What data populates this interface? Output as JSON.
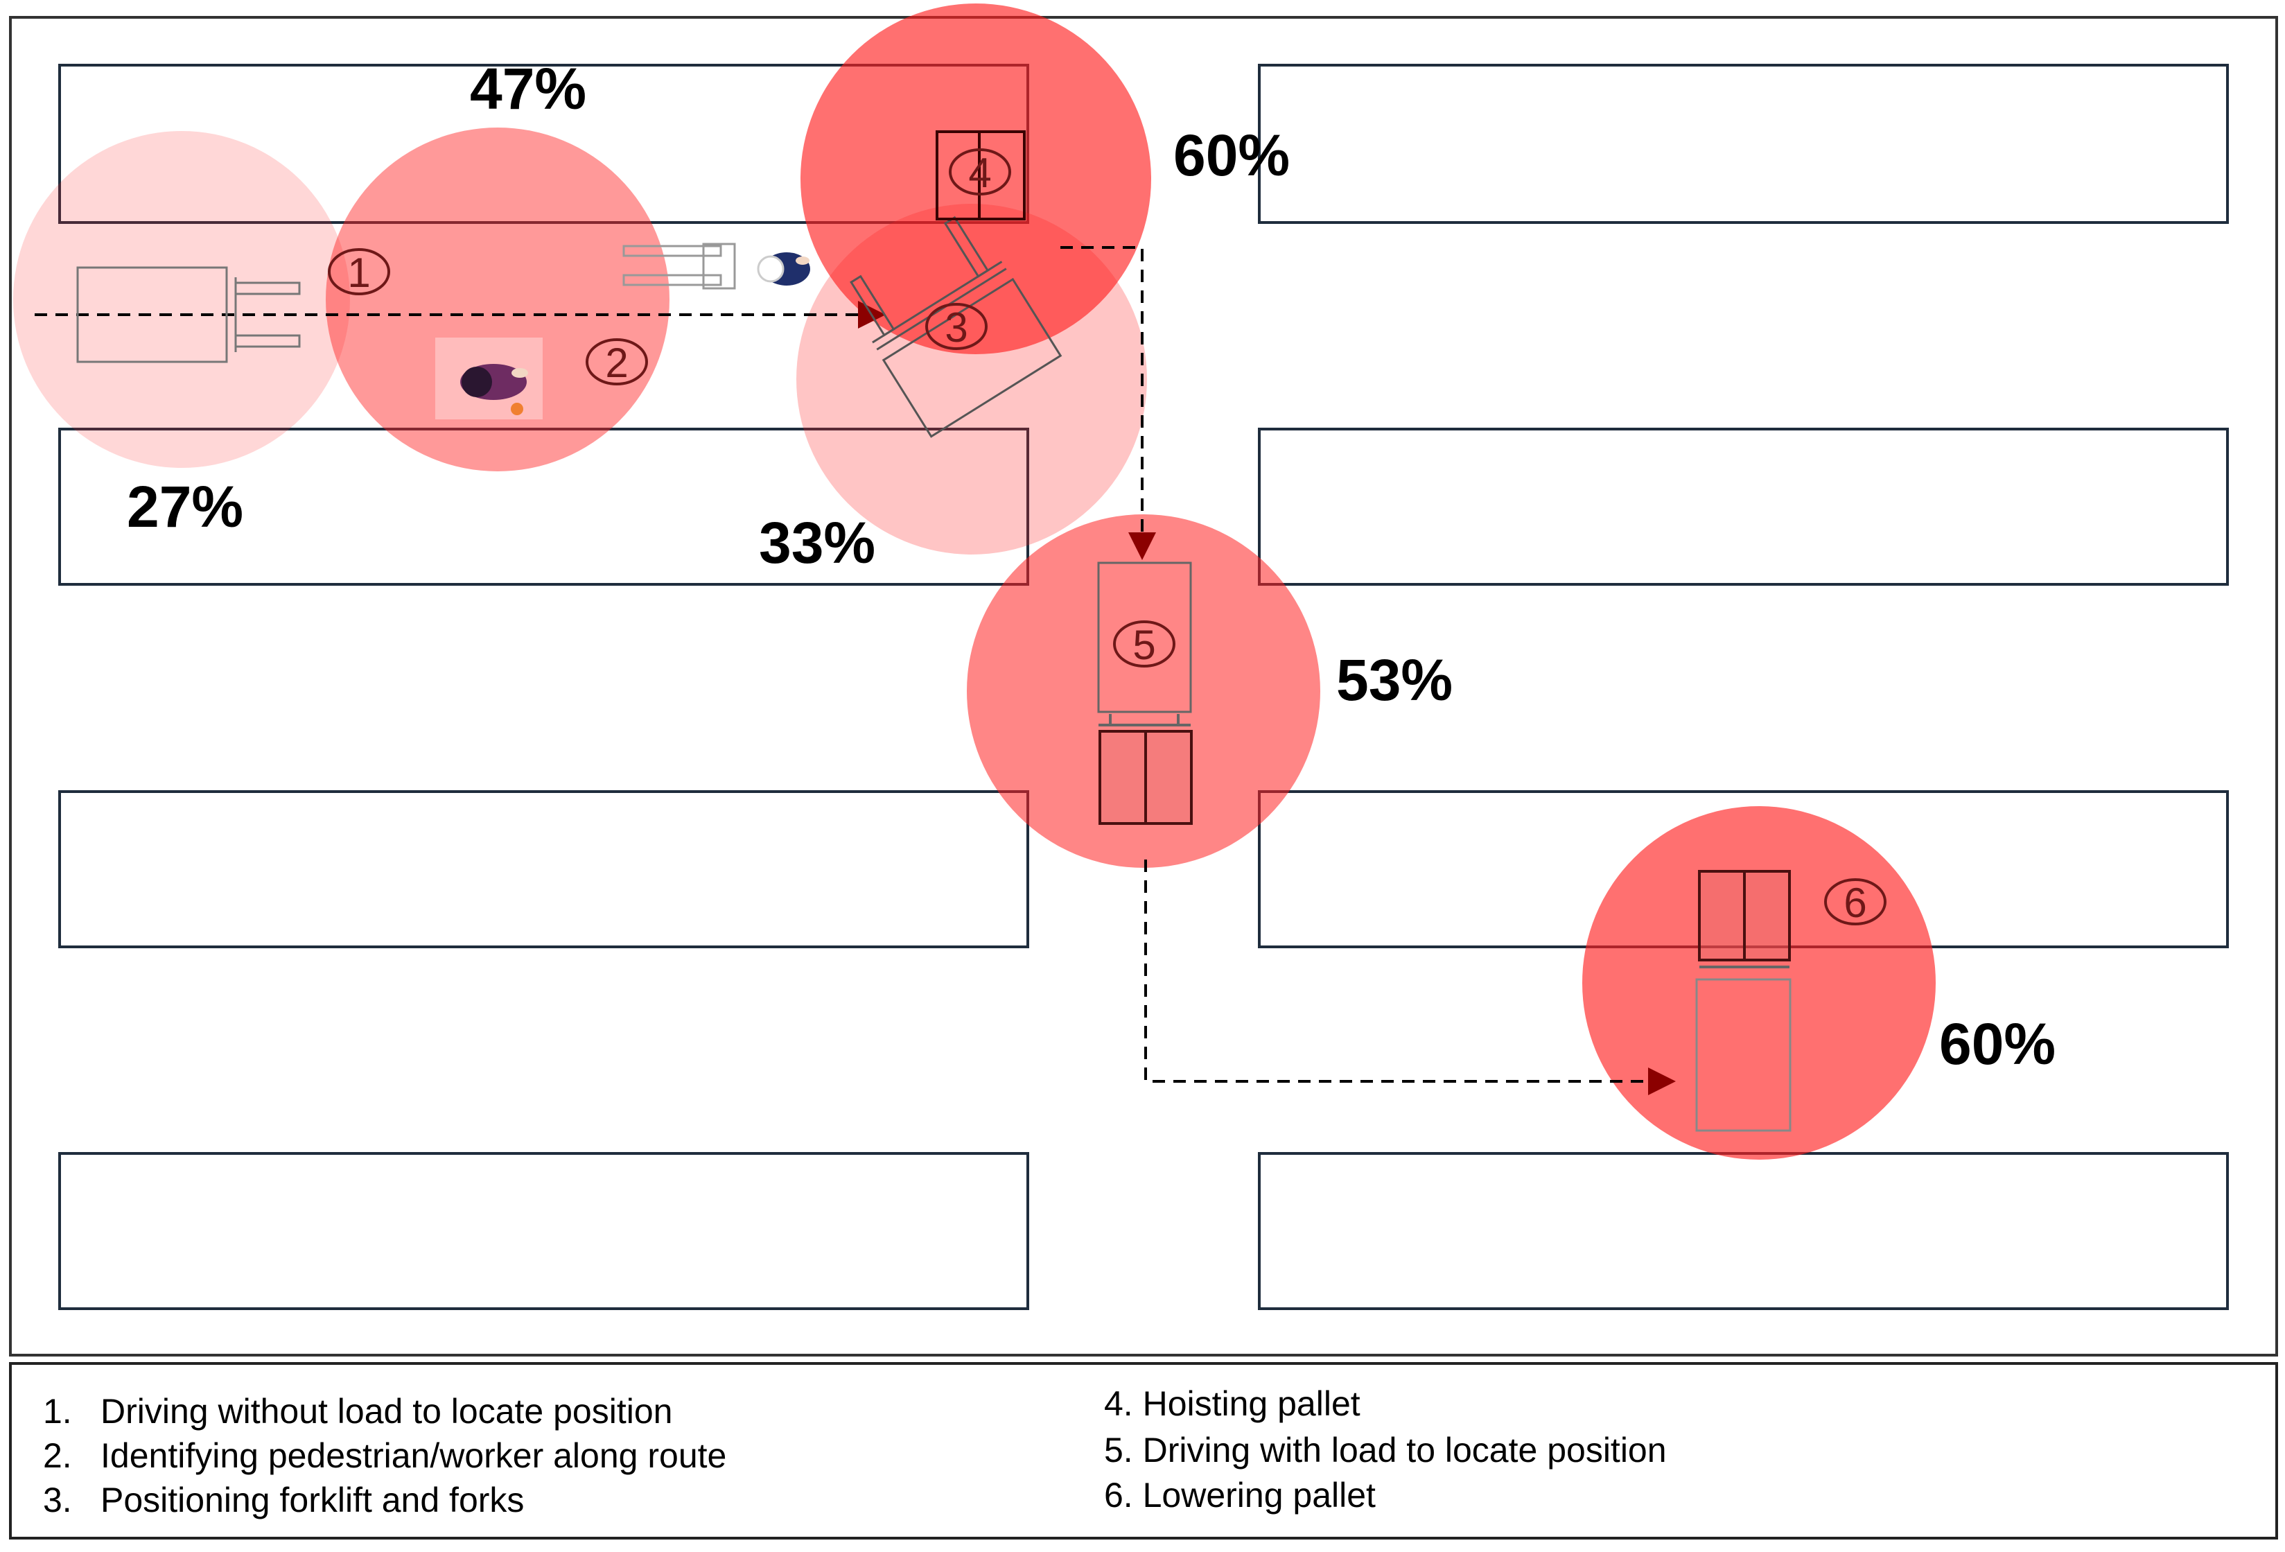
{
  "colors": {
    "rack_stroke": "#1f2d3d",
    "route_stroke": "#000000",
    "arrow_head": "#8b0000",
    "zone_fill": "#ff2020"
  },
  "zones": [
    {
      "step": "1",
      "percent": "27%",
      "risk": 0.27
    },
    {
      "step": "2",
      "percent": "47%",
      "risk": 0.47
    },
    {
      "step": "3",
      "percent": "33%",
      "risk": 0.33
    },
    {
      "step": "4",
      "percent": "60%",
      "risk": 0.6
    },
    {
      "step": "5",
      "percent": "53%",
      "risk": 0.53
    },
    {
      "step": "6",
      "percent": "60%",
      "risk": 0.6
    }
  ],
  "legend": {
    "left": [
      {
        "num": "1.",
        "text": "Driving without load to locate position"
      },
      {
        "num": "2.",
        "text": "Identifying pedestrian/worker along route"
      },
      {
        "num": "3.",
        "text": "Positioning forklift and forks"
      }
    ],
    "right": [
      "4. Hoisting pallet",
      "5. Driving with load to locate position",
      "6. Lowering pallet"
    ]
  }
}
